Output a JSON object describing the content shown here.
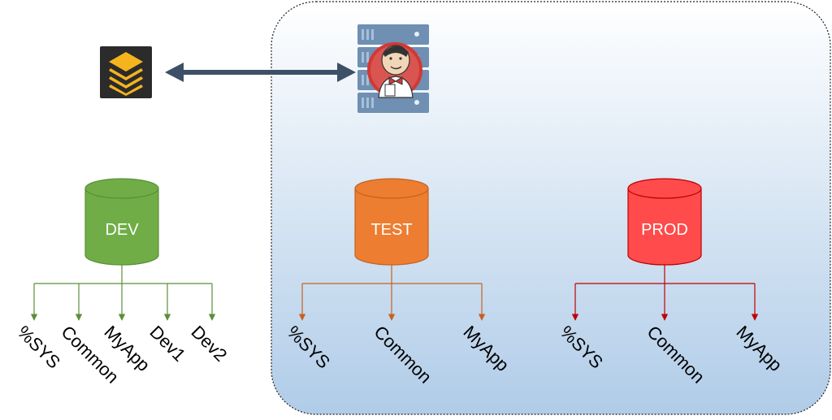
{
  "colors": {
    "panel_top": "#ffffff",
    "panel_bottom": "#b0cce8",
    "arrow": "#3d5068",
    "dev": "#70ad47",
    "dev_dark": "#5a8f38",
    "test": "#ed7d31",
    "test_dark": "#c5621f",
    "prod": "#ff4b4b",
    "prod_dark": "#c00000"
  },
  "icons": {
    "source_control": "layered-stack-logo-icon",
    "ci_server": "jenkins-butler-server-icon"
  },
  "environments": [
    {
      "id": "dev",
      "label": "DEV",
      "namespaces": [
        "%SYS",
        "Common",
        "MyApp",
        "Dev1",
        "Dev2"
      ]
    },
    {
      "id": "test",
      "label": "TEST",
      "namespaces": [
        "%SYS",
        "Common",
        "MyApp"
      ]
    },
    {
      "id": "prod",
      "label": "PROD",
      "namespaces": [
        "%SYS",
        "Common",
        "MyApp"
      ]
    }
  ]
}
